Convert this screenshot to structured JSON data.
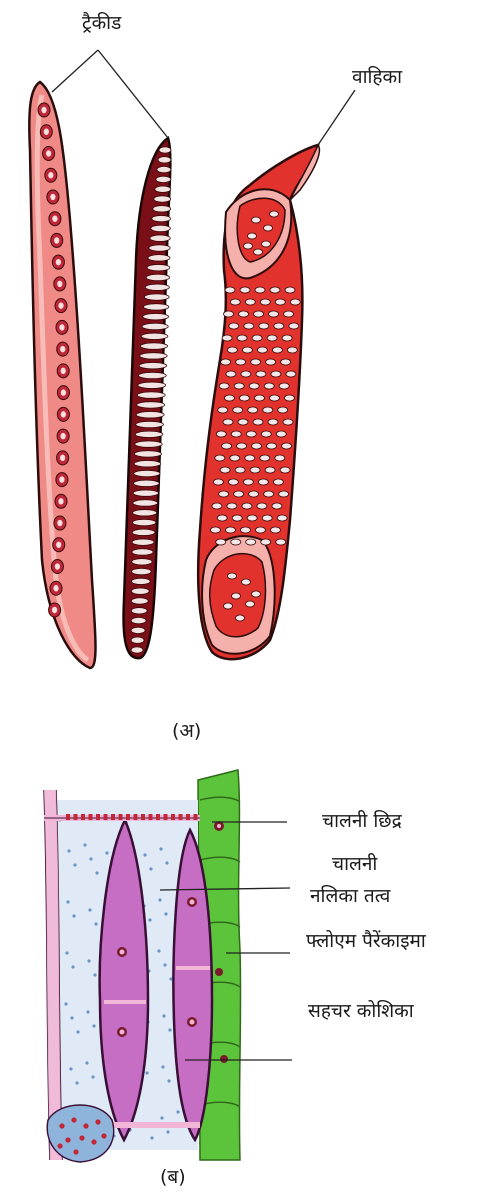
{
  "panel_a": {
    "labels": {
      "tracheid": "ट्रैकीड",
      "vessel": "वाहिका"
    },
    "caption": "(अ)"
  },
  "panel_b": {
    "labels": {
      "sieve_pores": "चालनी छिद्र",
      "sieve_tube_line1": "चालनी",
      "sieve_tube_line2": "नलिका तत्व",
      "phloem_parenchyma": "फ्लोएम पैरेंकाइमा",
      "companion_cell": "सहचर कोशिका"
    },
    "caption": "(ब)"
  },
  "colors": {
    "tracheid_fill": "#f08080",
    "tracheid_dark": "#c0283a",
    "vessel_fill": "#e8322e",
    "vessel_pale": "#f4a7a3",
    "sieve_tube_fill": "#c76bc4",
    "cell_wall": "#f2b6d6",
    "phloem_blue": "#8fb4dc",
    "parenchyma_green": "#5cc43a"
  }
}
